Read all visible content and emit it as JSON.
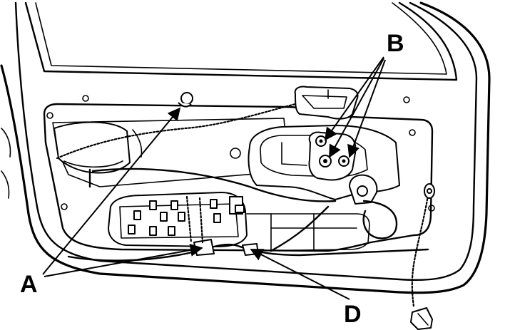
{
  "callouts": {
    "a": "A",
    "b": "B",
    "d": "D"
  },
  "colors": {
    "line": "#000000",
    "background": "#ffffff"
  }
}
